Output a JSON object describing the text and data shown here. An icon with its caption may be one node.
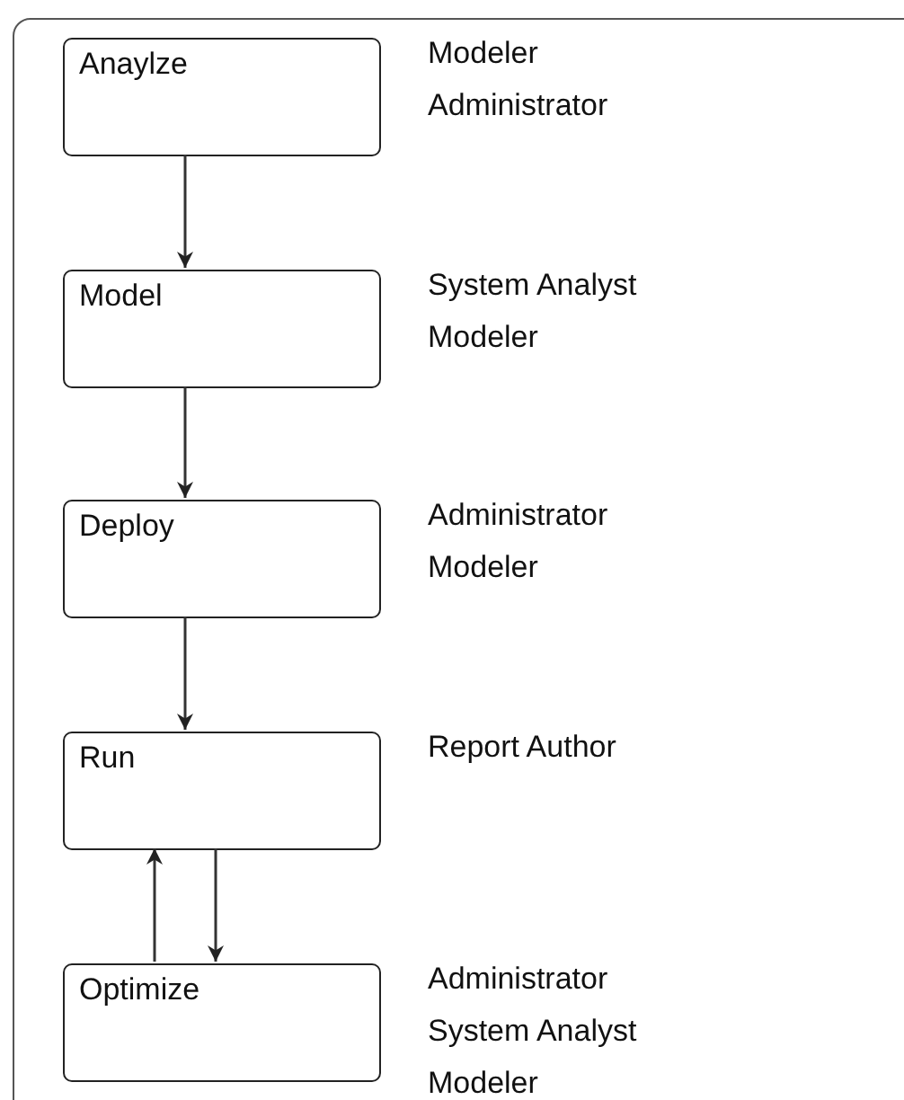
{
  "diagram": {
    "nodes": [
      {
        "text": [],
        "shape": "box"
      },
      {
        "text": [
          "Anaylze"
        ],
        "in": 0,
        "beside": [
          "Modeler",
          "Administrator"
        ]
      },
      {
        "text": [
          "Model"
        ],
        "in": 0,
        "beside": [
          "System Analyst",
          "Modeler"
        ]
      },
      {
        "text": [
          "Deploy"
        ],
        "in": 0,
        "beside": [
          "Administrator",
          "Modeler"
        ]
      },
      {
        "text": [
          "Run"
        ],
        "in": 0,
        "beside": [
          "Report Author"
        ]
      },
      {
        "text": [
          "Optimize"
        ],
        "in": 0,
        "beside": [
          "Administrator",
          "System Analyst",
          "Modeler"
        ]
      }
    ],
    "edges": [
      {
        "from": 1,
        "to": 2,
        "arrow": "to"
      },
      {
        "from": 2,
        "to": 3,
        "arrow": "to"
      },
      {
        "from": 3,
        "to": 4,
        "arrow": "to"
      },
      {
        "from": 4,
        "to": 5,
        "arrow": "to"
      },
      {
        "from": 5,
        "to": 4,
        "arrow": "to"
      }
    ]
  }
}
